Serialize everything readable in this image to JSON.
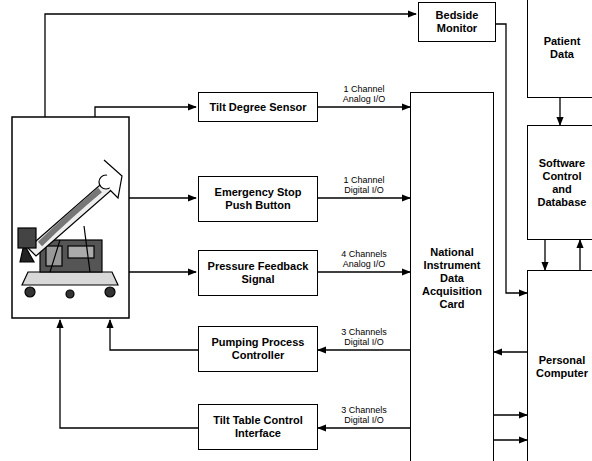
{
  "diagram": {
    "nodes": [
      {
        "text": [
          "Bedside Monitor"
        ]
      },
      {
        "text": [
          "Patient Data"
        ]
      },
      {
        "text": [
          "Tilt Degree Sensor"
        ]
      },
      {
        "text": [
          "Software Control and Database"
        ]
      },
      {
        "text": [
          "Emergency Stop Push Button"
        ]
      },
      {
        "text": [
          "Pressure Feedback Signal"
        ]
      },
      {
        "text": [
          "National Instrument Data Acquisition Card"
        ]
      },
      {
        "text": [
          "Pumping Process Controller"
        ]
      },
      {
        "text": [
          "Personal Computer"
        ]
      },
      {
        "text": [
          "Tilt Table Control Interface"
        ]
      }
    ],
    "edges": [
      {
        "from": 2,
        "to": 6,
        "arrow": "to",
        "label": "1 Channel Analog I/O"
      },
      {
        "from": 4,
        "to": 6,
        "arrow": "to",
        "label": "1 Channel Digital I/O"
      },
      {
        "from": 5,
        "to": 6,
        "arrow": "to",
        "label": "4 Channels Analog I/O"
      },
      {
        "from": 6,
        "to": 7,
        "arrow": "to",
        "label": "3 Channels Digital I/O"
      },
      {
        "from": 6,
        "to": 9,
        "arrow": "to",
        "label": "3 Channels Digital I/O"
      },
      {
        "from": 1,
        "to": 3,
        "arrow": "to"
      },
      {
        "from": 3,
        "to": 8,
        "arrow": "to"
      },
      {
        "from": 8,
        "to": 3,
        "arrow": "to"
      },
      {
        "from": 0,
        "to": 8,
        "arrow": "to"
      },
      {
        "from": 8,
        "to": 6,
        "arrow": "to"
      },
      {
        "from": 6,
        "to": 8,
        "arrow": "to"
      },
      {
        "from": 6,
        "to": 8,
        "arrow": "to"
      }
    ]
  }
}
